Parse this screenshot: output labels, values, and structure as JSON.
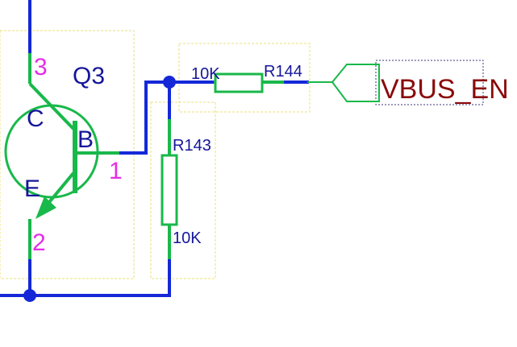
{
  "transistor": {
    "designator": "Q3",
    "pin_collector": "3",
    "pin_base": "1",
    "pin_emitter": "2",
    "label_collector": "C",
    "label_base": "B",
    "label_emitter": "E"
  },
  "r143": {
    "designator": "R143",
    "value": "10K"
  },
  "r144": {
    "designator": "R144",
    "value": "10K"
  },
  "net_port": {
    "label": "VBUS_EN"
  },
  "colors": {
    "wire": "#1428d8",
    "symbol": "#19b84a",
    "designator_text": "#16169a",
    "pin_number": "#e52ee5",
    "net_label": "#8a0a0a",
    "selection_box": "#e8e27a"
  }
}
